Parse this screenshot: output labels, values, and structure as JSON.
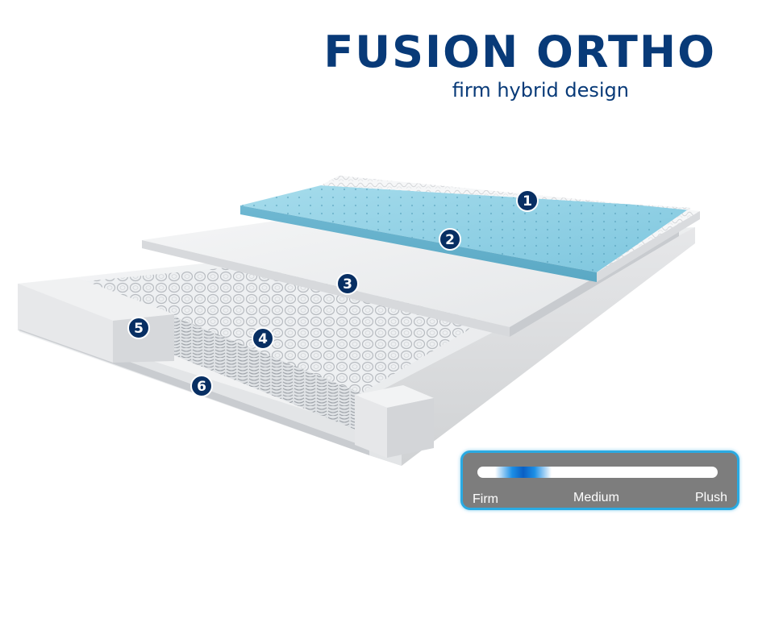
{
  "header": {
    "title": "FUSION ORTHO",
    "subtitle": "firm hybrid design"
  },
  "layers": [
    {
      "number": "1"
    },
    {
      "number": "2"
    },
    {
      "number": "3"
    },
    {
      "number": "4"
    },
    {
      "number": "5"
    },
    {
      "number": "6"
    }
  ],
  "firmness_scale": {
    "labels": {
      "firm": "Firm",
      "medium": "Medium",
      "plush": "Plush"
    },
    "marker_level": 0.19
  },
  "colors": {
    "title": "#083a78",
    "marker_badge": "#082f63",
    "gel_layer": "#8fd0e4",
    "scale_panel": "#7d7d7d",
    "scale_border": "#2aaae2",
    "scale_marker": "#1c8fe6"
  }
}
